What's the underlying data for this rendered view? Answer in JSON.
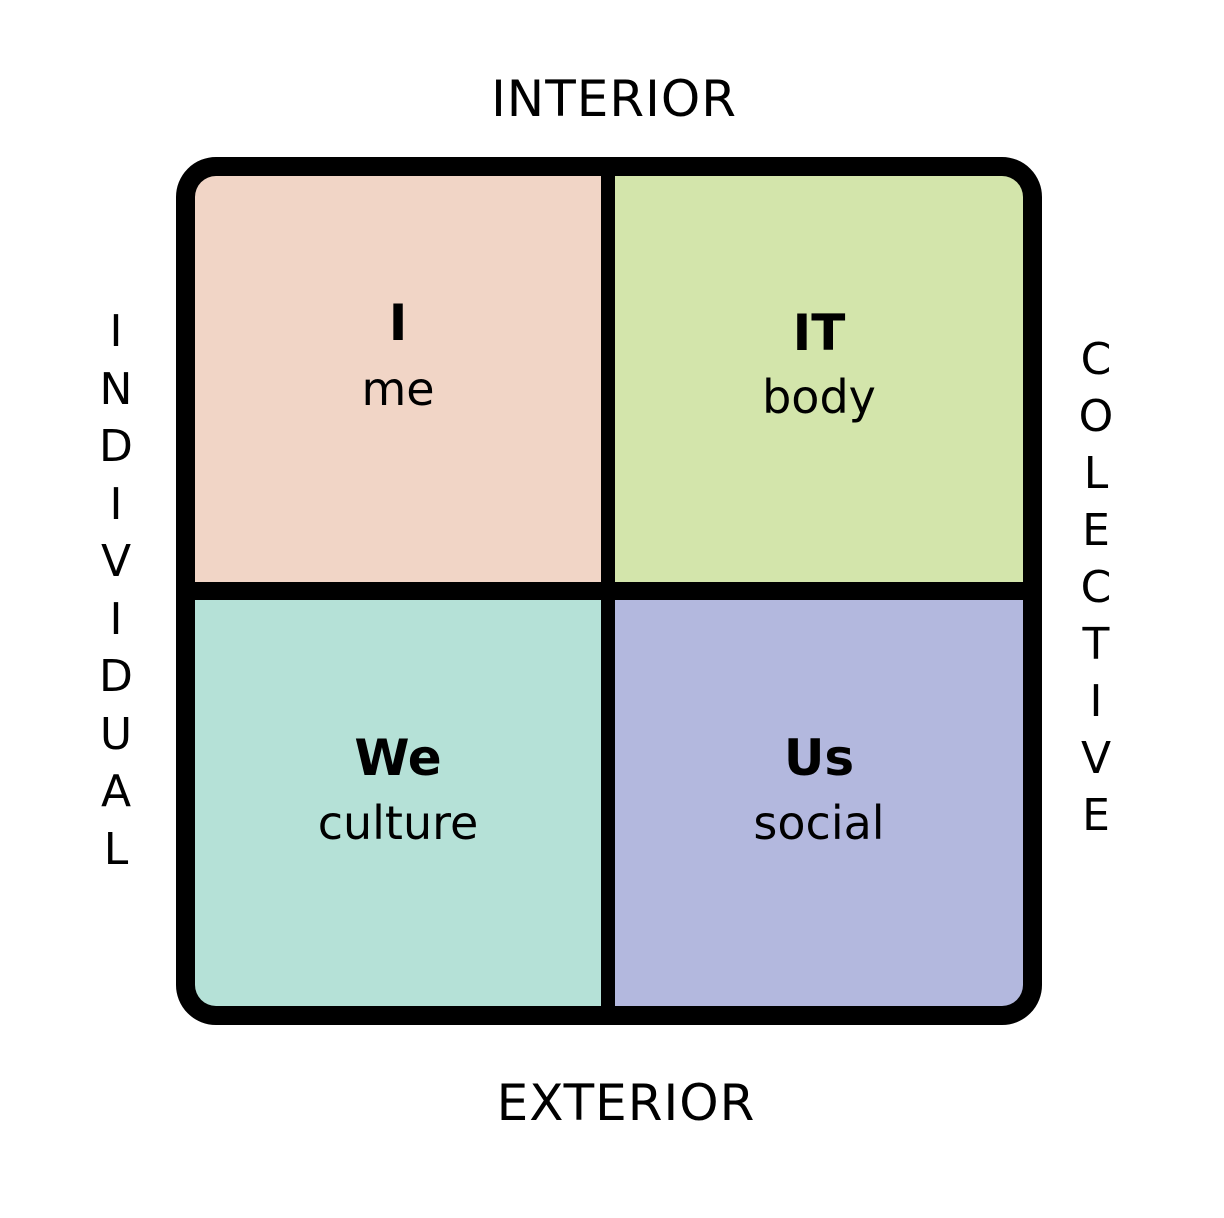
{
  "axes": {
    "top": "INTERIOR",
    "bottom": "EXTERIOR",
    "left": [
      "I",
      "N",
      "D",
      "I",
      "V",
      "I",
      "D",
      "U",
      "A",
      "L"
    ],
    "right": [
      "C",
      "O",
      "L",
      "E",
      "C",
      "T",
      "I",
      "V",
      "E"
    ]
  },
  "quadrants": {
    "top_left": {
      "title": "I",
      "subtitle": "me",
      "color": "#f1d5c6"
    },
    "top_right": {
      "title": "IT",
      "subtitle": "body",
      "color": "#d3e5ab"
    },
    "bottom_left": {
      "title": "We",
      "subtitle": "culture",
      "color": "#b5e1d7"
    },
    "bottom_right": {
      "title": "Us",
      "subtitle": "social",
      "color": "#b3b8de"
    }
  },
  "colors": {
    "border": "#000000",
    "background": "#ffffff"
  }
}
